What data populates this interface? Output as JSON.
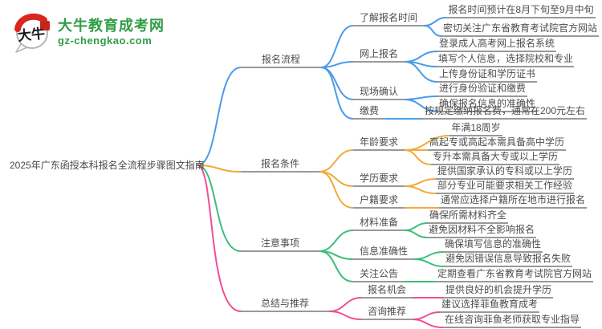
{
  "site": {
    "logo_title": "大牛教育成考网",
    "logo_domain": "gz-chengkao.com",
    "logo_icon_text": "大牛",
    "brand_green": "#2e9e45",
    "brand_red": "#d8271e"
  },
  "mindmap": {
    "root": "2025年广东函授本科报名全流程步骤图文指南",
    "branches": [
      {
        "label": "报名流程",
        "color": "#4a9bea",
        "children": [
          {
            "label": "了解报名时间",
            "leaves": [
              "报名时间预计在8月下旬至9月中旬",
              "密切关注广东省教育考试院官方网站"
            ]
          },
          {
            "label": "网上报名",
            "leaves": [
              "登录成人高考网上报名系统",
              "填写个人信息，选择院校和专业",
              "上传身份证和学历证书"
            ]
          },
          {
            "label": "现场确认",
            "leaves": [
              "进行身份验证和缴费",
              "确保报名信息的准确性"
            ]
          },
          {
            "label": "缴费",
            "leaves": [
              "按规定缴纳报名费，通常在200元左右"
            ]
          }
        ]
      },
      {
        "label": "报名条件",
        "color": "#f2a93b",
        "children": [
          {
            "label": "年龄要求",
            "leaves": [
              "年满18周岁",
              "高起专或高起本需具备高中学历",
              "专升本需具备大专或以上学历"
            ]
          },
          {
            "label": "学历要求",
            "leaves": [
              "提供国家承认的专科或以上学历",
              "部分专业可能要求相关工作经验"
            ]
          },
          {
            "label": "户籍要求",
            "leaves": [
              "通常应选择户籍所在地市进行报名"
            ]
          }
        ]
      },
      {
        "label": "注意事项",
        "color": "#3dbe7b",
        "children": [
          {
            "label": "材料准备",
            "leaves": [
              "确保所需材料齐全",
              "避免因材料不全影响报名"
            ]
          },
          {
            "label": "信息准确性",
            "leaves": [
              "确保填写信息的准确性",
              "避免因错误信息导致报名失败"
            ]
          },
          {
            "label": "关注公告",
            "leaves": [
              "定期查看广东省教育考试院官方网站"
            ]
          }
        ]
      },
      {
        "label": "总结与推荐",
        "color": "#ef4e97",
        "children": [
          {
            "label": "报名机会",
            "leaves": [
              "提供良好的机会提升学历"
            ]
          },
          {
            "label": "咨询推荐",
            "leaves": [
              "建议选择菲鱼教育成考",
              "在线咨询菲鱼老师获取专业指导"
            ]
          }
        ]
      }
    ]
  }
}
